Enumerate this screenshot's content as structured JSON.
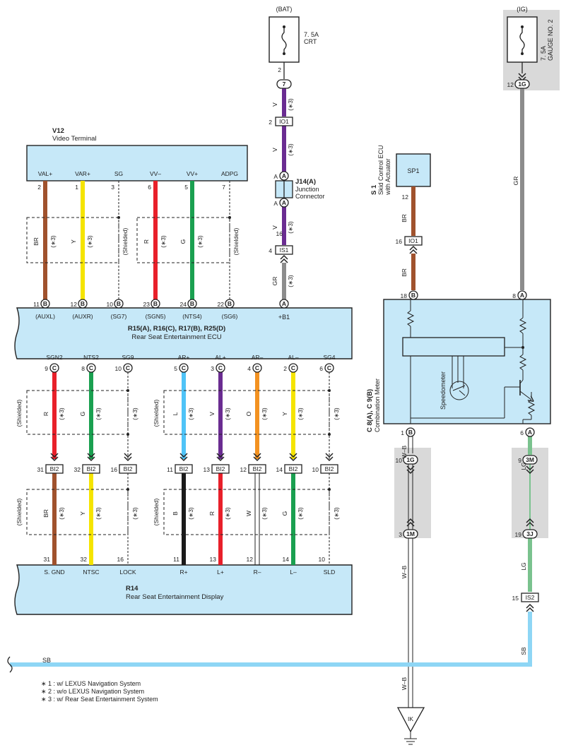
{
  "colors": {
    "brown": "#a0522d",
    "yellow": "#f5e400",
    "red": "#e8202a",
    "green": "#1aa050",
    "purple": "#6a2c91",
    "gray": "#8c8c8c",
    "blue": "#4fc3f7",
    "orange": "#f39221",
    "black": "#1a1a1a",
    "lightgreen": "#7ac28e",
    "lightblue": "#8ed6f5",
    "box_fill": "#c6e8f8",
    "shade": "#d9d9d9"
  },
  "icons": {
    "fuse": "fuse-icon",
    "ground": "ground-icon",
    "speedometer": "speedometer-icon",
    "transistor": "transistor-icon",
    "resistor": "resistor-icon"
  },
  "fuses": {
    "bat": {
      "source": "(BAT)",
      "rating": "7. 5A",
      "name": "CRT",
      "pin": "2",
      "connector": "7"
    },
    "ig": {
      "source": "(IG)",
      "rating": "7. 5A",
      "name": "GAUGE NO. 2",
      "pin": "12",
      "connector": "1G"
    }
  },
  "v12": {
    "code": "V12",
    "name": "Video Terminal",
    "terms": [
      "VAL+",
      "VAR+",
      "SG",
      "VV–",
      "VV+",
      "ADPG"
    ],
    "top_pins": [
      "2",
      "1",
      "3",
      "6",
      "5",
      "7"
    ],
    "wires": [
      "BR",
      "Y",
      "",
      "R",
      "G",
      ""
    ],
    "note": "(∗3)",
    "shielded": "(Shielded)",
    "bottom_pins": [
      "11",
      "12",
      "10",
      "23",
      "24",
      "22"
    ],
    "bottom_conn": "B",
    "bottom_labels": [
      "(AUXL)",
      "(AUXR)",
      "(SG7)",
      "(SGN5)",
      "(NTS4)",
      "(SG6)"
    ]
  },
  "bat_path": {
    "w1": "V",
    "io1_pin": "2",
    "io1": "IO1",
    "w2": "V",
    "j14_code": "J14(A)",
    "j14_name1": "Junction",
    "j14_name2": "Connector",
    "j14_pin": "A",
    "w3": "V",
    "is1_pin": "4",
    "is1": "IS1",
    "w4": "GR",
    "ecu_pin": "16",
    "ecu_conn": "A",
    "ecu_label": "+B1"
  },
  "ecu": {
    "title": "R15(A), R16(C), R17(B), R25(D)",
    "name": "Rear Seat Entertainment ECU",
    "bottom_terms": [
      "SGN2",
      "NTS2",
      "SG9",
      "AR+",
      "AL+",
      "AR–",
      "AL–",
      "SG4"
    ],
    "bottom_pins": [
      "9",
      "8",
      "10",
      "5",
      "3",
      "4",
      "2",
      "6"
    ],
    "bottom_conn": "C"
  },
  "mid_wires": [
    "R",
    "G",
    "",
    "L",
    "V",
    "O",
    "Y",
    ""
  ],
  "bi2": {
    "label": "BI2",
    "pins": [
      "31",
      "32",
      "16",
      "11",
      "13",
      "12",
      "14",
      "10"
    ]
  },
  "low_wires": [
    "BR",
    "Y",
    "",
    "B",
    "R",
    "W",
    "G",
    ""
  ],
  "r14": {
    "code": "R14",
    "name": "Rear Seat Entertainment Display",
    "pins": [
      "31",
      "32",
      "16",
      "11",
      "13",
      "12",
      "14",
      "10"
    ],
    "terms": [
      "S. GND",
      "NTSC",
      "LOCK",
      "R+",
      "L+",
      "R–",
      "L–",
      "SLD"
    ]
  },
  "skid": {
    "code": "S 1",
    "name1": "Skid Control ECU",
    "name2": "with Actuator",
    "term": "SP1",
    "pin": "12",
    "w1": "BR",
    "io1_pin": "16",
    "io1": "IO1",
    "w2": "BR",
    "meter_pin": "18",
    "meter_conn": "B"
  },
  "ig_path": {
    "wire": "GR",
    "meter_pin": "8",
    "meter_conn": "A"
  },
  "meter": {
    "code": "C 8(A), C 9(B)",
    "name": "Combination Meter",
    "speedo": "Speedometer",
    "pin_left": "1",
    "conn_left": "B",
    "pin_right": "6",
    "conn_right": "A"
  },
  "ground_path": {
    "w1": "W–B",
    "c1_pin": "10",
    "c1": "1G",
    "c2_pin": "3",
    "c2": "1M",
    "w2": "W–B",
    "w3": "W–B",
    "ground": "IK"
  },
  "lg_path": {
    "w1": "LG",
    "c1_pin": "9",
    "c1": "3M",
    "c2_pin": "19",
    "c2": "3J",
    "w2": "LG",
    "is2_pin": "15",
    "is2": "IS2",
    "w3": "SB"
  },
  "sb_wire": "SB",
  "notes": [
    "∗ 1 : w/ LEXUS Navigation System",
    "∗ 2 : w/o LEXUS Navigation System",
    "∗ 3 : w/ Rear Seat Entertainment System"
  ]
}
